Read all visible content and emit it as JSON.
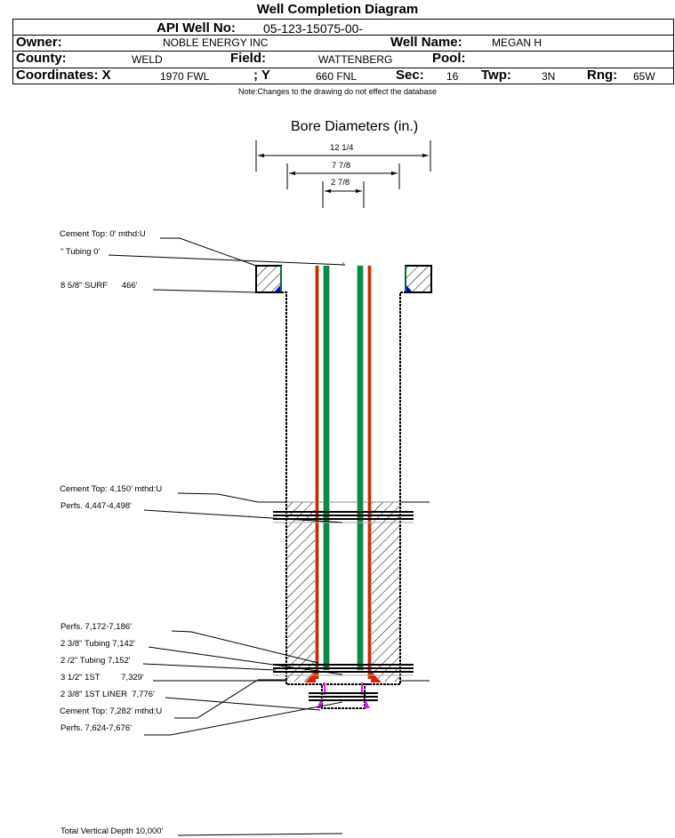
{
  "header": {
    "title": "Well Completion Diagram",
    "api_label": "API Well No:",
    "api_value": "05-123-15075-00-",
    "owner_label": "Owner:",
    "owner_value": "NOBLE ENERGY INC",
    "well_name_label": "Well Name:",
    "well_name_value": "MEGAN H",
    "county_label": "County:",
    "county_value": "WELD",
    "field_label": "Field:",
    "field_value": "WATTENBERG",
    "pool_label": "Pool:",
    "pool_value": "",
    "coord_x_label": "Coordinates: X",
    "coord_x_value": "1970 FWL",
    "coord_y_label": "; Y",
    "coord_y_value": "660 FNL",
    "sec_label": "Sec:",
    "sec_value": "16",
    "twp_label": "Twp:",
    "twp_value": "3N",
    "rng_label": "Rng:",
    "rng_value": "65W"
  },
  "note": "Note:Changes to the drawing do not effect the database",
  "bore": {
    "title": "Bore Diameters (in.)",
    "diameters": [
      "12 1/4",
      "7 7/8",
      "2 7/8"
    ]
  },
  "annotations": [
    {
      "id": "cement-top-0",
      "text": "Cement Top: 0' mthd:U"
    },
    {
      "id": "tubing-0",
      "text": "\" Tubing 0'"
    },
    {
      "id": "surf-casing",
      "text": "8 5/8\" SURF      466'"
    },
    {
      "id": "cement-top-4150",
      "text": "Cement Top: 4,150' mthd:U"
    },
    {
      "id": "perfs-4447",
      "text": "Perfs. 4,447-4,498'"
    },
    {
      "id": "perfs-7172",
      "text": "Perfs. 7,172-7,186'"
    },
    {
      "id": "tubing-7142",
      "text": "2 3/8\" Tubing 7,142'"
    },
    {
      "id": "tubing-7152",
      "text": "2 /2\" Tubing 7,152'"
    },
    {
      "id": "casing-1st",
      "text": "3 1/2\" 1ST         7,329'"
    },
    {
      "id": "liner-1st",
      "text": "2 3/8\" 1ST LINER  7,776'"
    },
    {
      "id": "cement-top-7282",
      "text": "Cement Top: 7,282' mthd:U"
    },
    {
      "id": "perfs-7624",
      "text": "Perfs. 7,624-7,676'"
    },
    {
      "id": "tvd",
      "text": "Total Vertical Depth 10,000'"
    }
  ],
  "colors": {
    "tubing_green": "#0a8a4a",
    "casing_red": "#e02000",
    "liner_magenta": "#e020e0",
    "cement_blue": "#0000e0"
  }
}
